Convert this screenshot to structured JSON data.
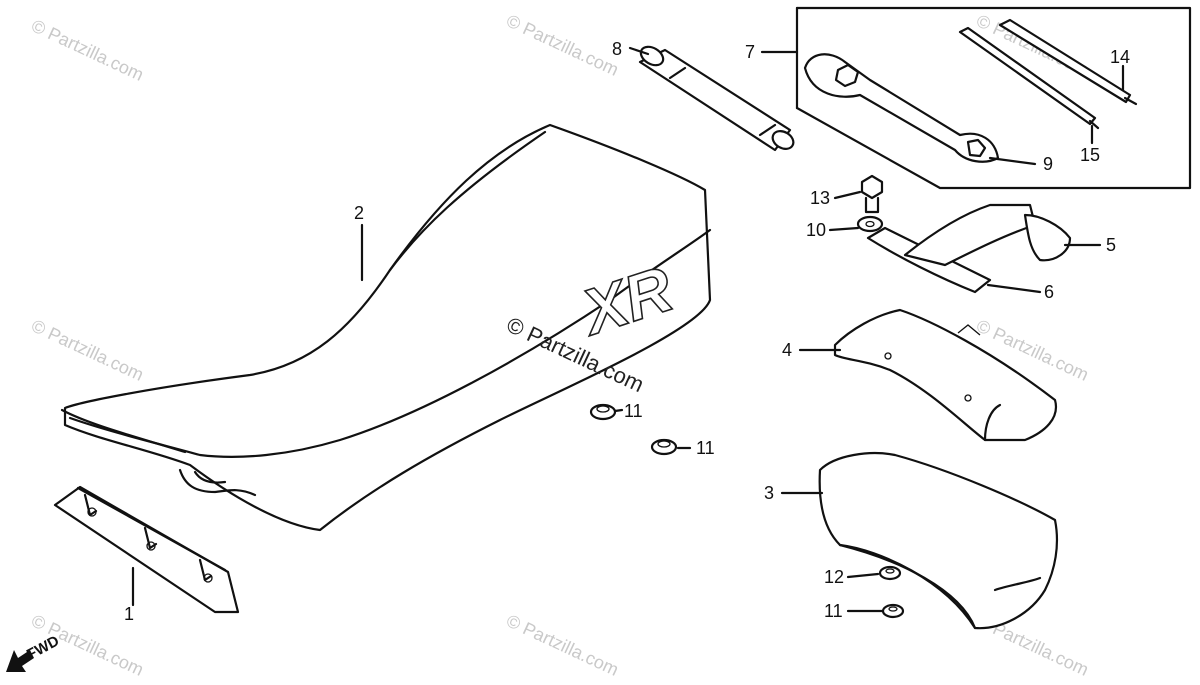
{
  "diagram": {
    "watermark": "© Partzilla.com",
    "seat_logo": "XR",
    "direction_label": "FWD",
    "callouts": [
      "1",
      "2",
      "3",
      "4",
      "5",
      "6",
      "7",
      "8",
      "9",
      "10",
      "11",
      "11",
      "11",
      "12",
      "13",
      "14",
      "15"
    ]
  }
}
